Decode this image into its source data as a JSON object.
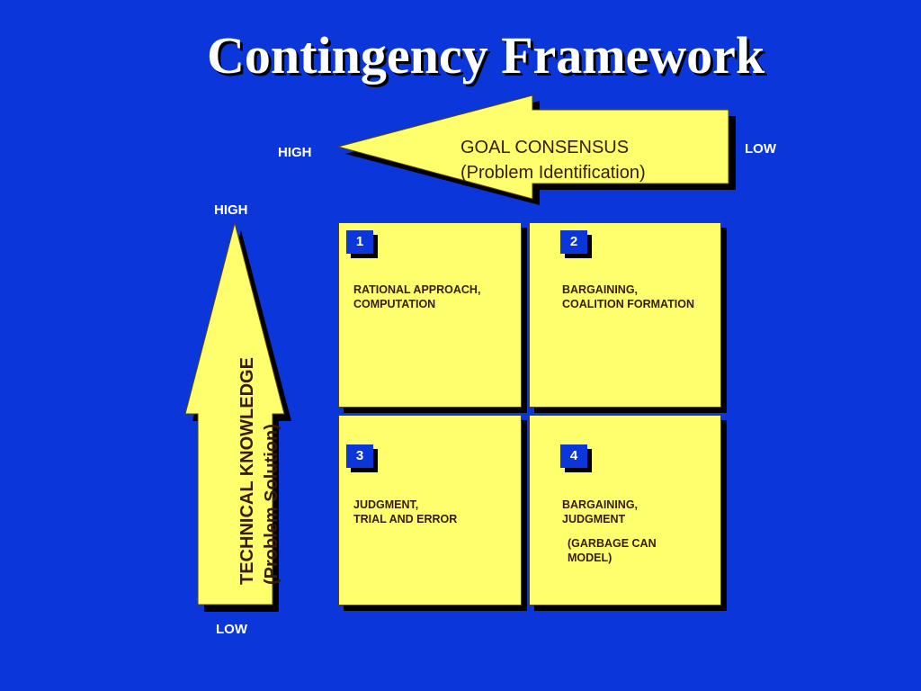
{
  "title": "Contingency Framework",
  "goal_axis": {
    "label_line1": "GOAL CONSENSUS",
    "label_line2": "(Problem Identification)",
    "high": "HIGH",
    "low": "LOW"
  },
  "tech_axis": {
    "label_line1": "TECHNICAL KNOWLEDGE",
    "label_line2": "(Problem Solution)",
    "high": "HIGH",
    "low": "LOW"
  },
  "quadrants": [
    {
      "number": "1",
      "text": "RATIONAL APPROACH,\nCOMPUTATION",
      "note": ""
    },
    {
      "number": "2",
      "text": "BARGAINING,\nCOALITION FORMATION",
      "note": ""
    },
    {
      "number": "3",
      "text": "JUDGMENT,\nTRIAL AND ERROR",
      "note": ""
    },
    {
      "number": "4",
      "text": "BARGAINING,\nJUDGMENT",
      "note": "(GARBAGE CAN\nMODEL)"
    }
  ],
  "colors": {
    "background": "#0b36d9",
    "yellow": "#ffff6e",
    "shadow": "#000000",
    "text_dark": "#3a1a00"
  }
}
